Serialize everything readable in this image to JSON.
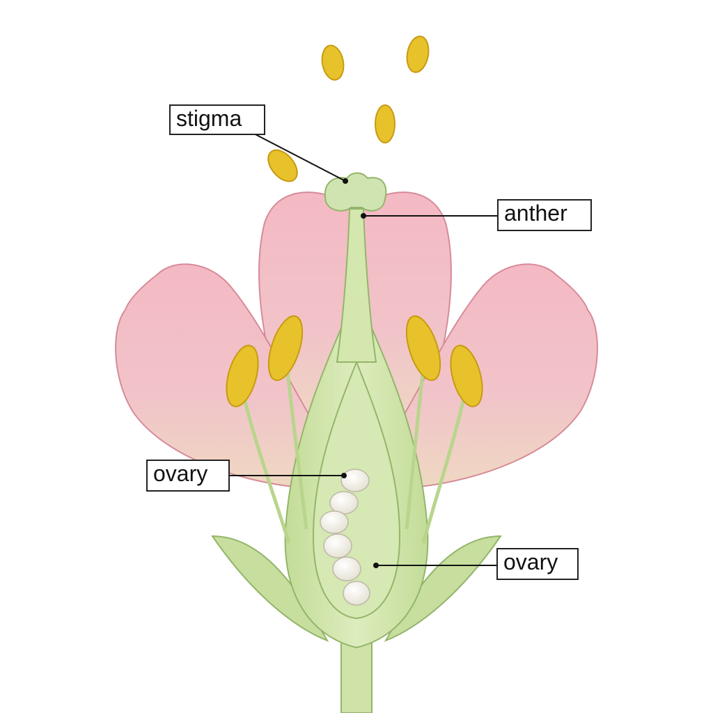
{
  "labels": {
    "stigma": "stigma",
    "anther": "anther",
    "ovary_left": "ovary",
    "ovary_right": "ovary"
  },
  "colors": {
    "petal": "#f2b5c0",
    "petal_edge": "#d68a98",
    "stem": "#cfe3a8",
    "stem_edge": "#93b56a",
    "pollen": "#e8c22a",
    "pollen_dark": "#c79a12",
    "ovule": "#f7f5ee",
    "leader_line": "#111111"
  }
}
